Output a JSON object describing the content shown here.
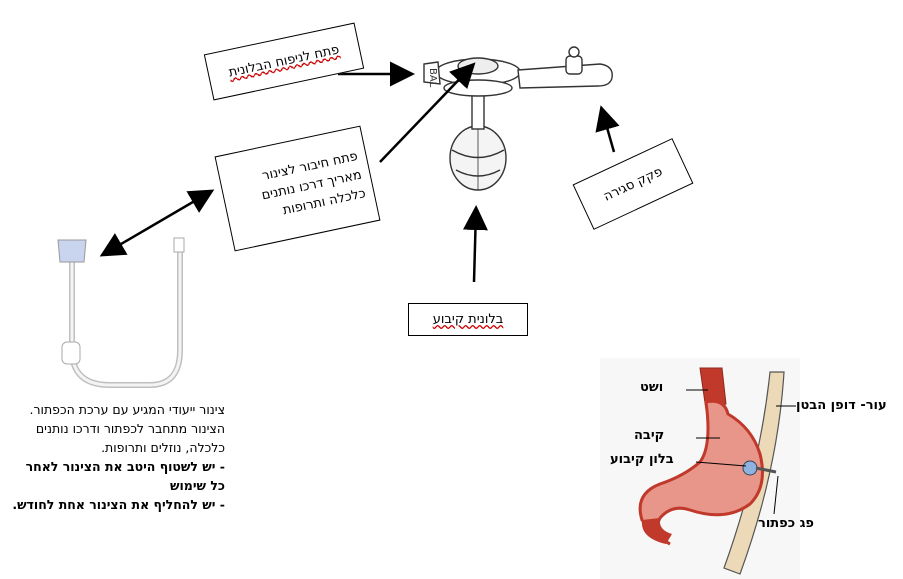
{
  "labels": {
    "balloon_port": "פתח לניפוח הבלונית",
    "extension_port": [
      "פתח חיבור לצינור",
      "מאריך דרכו נותנים",
      "כלכלה ותרופות"
    ],
    "closure_cap": "פקק סגירה",
    "gastric_balloon": "בלונית קיבוע"
  },
  "device_text": "BAL",
  "description": {
    "line1": "צינור ייעודי המגיע עם ערכת הכפתור.",
    "line2": "הצינור מתחבר לכפתור ודרכו נותנים כלכלה, נוזלים ותרופות.",
    "line3": "- יש לשטוף היטב את הצינור לאחר כל שימוש",
    "line4": "- יש להחליף את הצינור אחת לחודש."
  },
  "anatomy": {
    "esophagus": "ושט",
    "stomach": "קיבה",
    "balloon": "בלון קיבוע",
    "abdominal_wall": "עור- דופן הבטן",
    "button_mouth": "פג כפתור"
  },
  "colors": {
    "stomach_fill": "#e8958a",
    "stomach_edge": "#c0392b",
    "wall_fill": "#ecd9b8",
    "balloon_fill": "#8fb3e0"
  }
}
